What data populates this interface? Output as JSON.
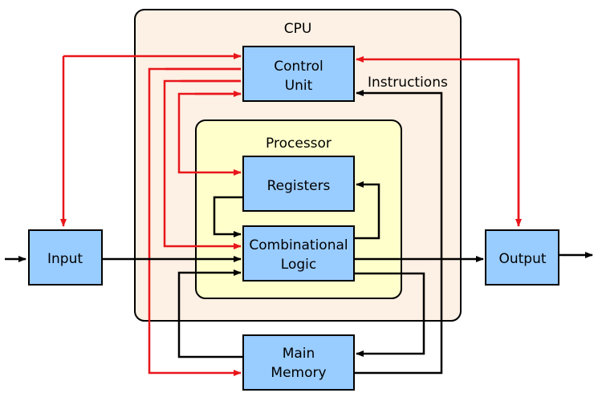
{
  "cpu": {
    "label": "CPU"
  },
  "processor": {
    "label": "Processor"
  },
  "blocks": {
    "control_unit": {
      "line1": "Control",
      "line2": "Unit"
    },
    "registers": {
      "label": "Registers"
    },
    "combinational_logic": {
      "line1": "Combinational",
      "line2": "Logic"
    },
    "main_memory": {
      "line1": "Main",
      "line2": "Memory"
    },
    "input": {
      "label": "Input"
    },
    "output": {
      "label": "Output"
    }
  },
  "labels": {
    "instructions": "Instructions"
  },
  "colors": {
    "cpu_fill": "#fdf0e4",
    "processor_fill": "#ffffcc",
    "block_fill": "#99ccff",
    "control_line": "#e8161b",
    "data_line": "#000000"
  }
}
